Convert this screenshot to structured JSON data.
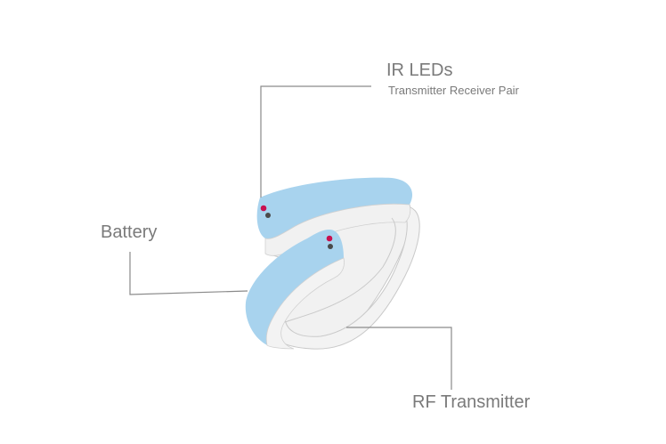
{
  "labels": {
    "ir_leds": {
      "title": "IR LEDs",
      "subtitle": "Transmitter Receiver Pair"
    },
    "battery": {
      "title": "Battery"
    },
    "rf_transmitter": {
      "title": "RF Transmitter"
    }
  },
  "colors": {
    "band_top": "#a8d3ee",
    "band_inner": "#f1f1f1",
    "outline": "#c9c9c9",
    "leader_line": "#8a8a8a",
    "led_red": "#c8104f",
    "led_dark": "#4a4a4a",
    "text": "#7a7a7a"
  }
}
